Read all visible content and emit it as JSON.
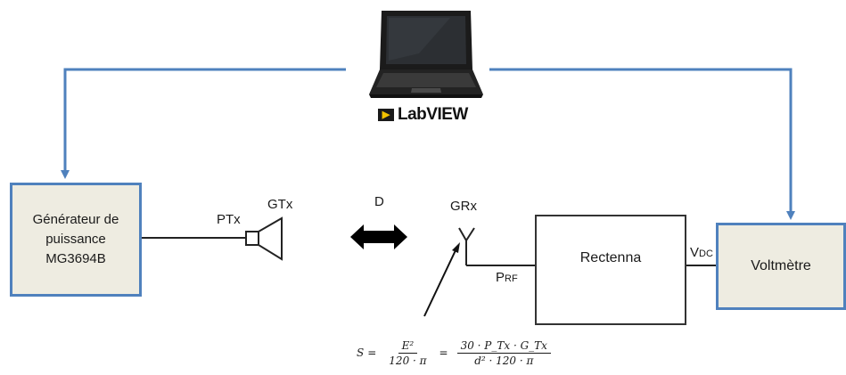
{
  "diagram": {
    "labview_logo": "LabVIEW",
    "generator": {
      "line1": "Générateur de",
      "line2": "puissance",
      "line3": "MG3694B"
    },
    "ptx": "PTx",
    "gtx": "GTx",
    "distance": "D",
    "grx": "GRx",
    "prf_main": "P",
    "prf_sub": "RF",
    "rectenna": "Rectenna",
    "vdc_main": "V",
    "vdc_sub": "DC",
    "voltmeter": "Voltmètre",
    "colors": {
      "arrow_blue": "#4f81bd",
      "box_fill": "#eeece1",
      "box_border": "#4f81bd"
    },
    "formula": {
      "lhs": "S",
      "eq1": "=",
      "frac1_num": "E²",
      "frac1_den": "120 · π",
      "eq2": "=",
      "frac2_num": "30 · P_Tx · G_Tx",
      "frac2_den": "d² · 120 · π"
    }
  }
}
